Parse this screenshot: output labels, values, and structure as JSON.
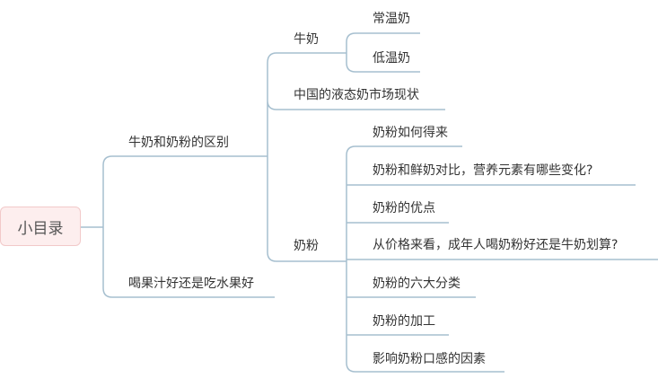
{
  "colors": {
    "line": "#a6bfcf",
    "root_bg": "#fdeeee",
    "root_border": "#f2c9c9",
    "text": "#333333"
  },
  "root": {
    "label": "小目录"
  },
  "branches": [
    {
      "label": "牛奶和奶粉的区别",
      "children": [
        {
          "label": "牛奶",
          "children": [
            {
              "label": "常温奶"
            },
            {
              "label": "低温奶"
            }
          ]
        },
        {
          "label": "中国的液态奶市场现状"
        },
        {
          "label": "奶粉",
          "children": [
            {
              "label": "奶粉如何得来"
            },
            {
              "label": "奶粉和鲜奶对比，营养元素有哪些变化?"
            },
            {
              "label": "奶粉的优点"
            },
            {
              "label": "从价格来看，成年人喝奶粉好还是牛奶划算?"
            },
            {
              "label": "奶粉的六大分类"
            },
            {
              "label": "奶粉的加工"
            },
            {
              "label": "影响奶粉口感的因素"
            }
          ]
        }
      ]
    },
    {
      "label": "喝果汁好还是吃水果好"
    }
  ]
}
